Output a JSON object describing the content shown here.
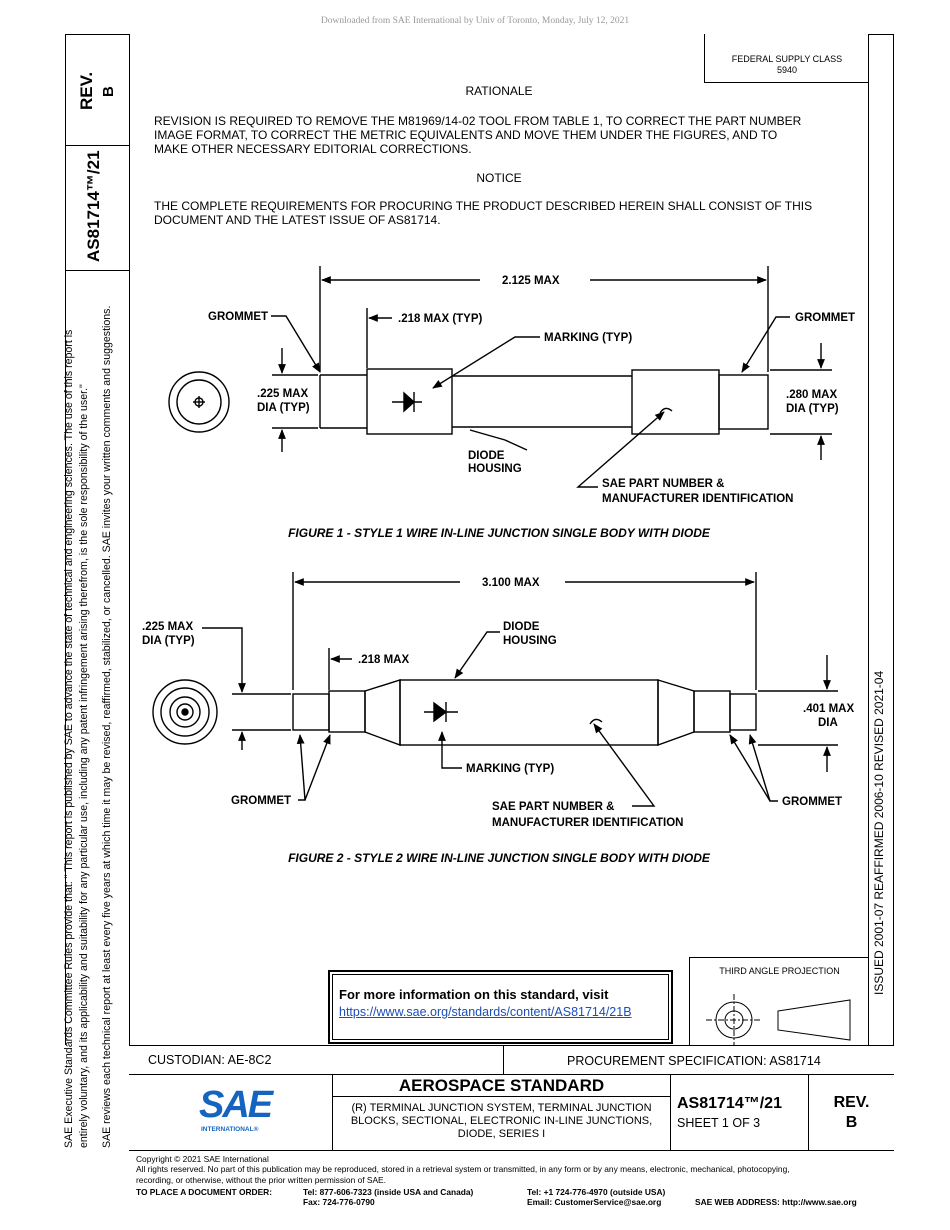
{
  "download_notice": "Downloaded from SAE International by Univ of Toronto, Monday, July 12, 2021",
  "left_rail": {
    "rev_label": "REV.",
    "rev_value": "B",
    "doc_number": "AS81714™/21",
    "rules_line1": "SAE Executive Standards Committee Rules provide that: \"  This report is published by SAE to advance the state of technical and engineering sciences. The use of this report is",
    "rules_line2": "entirely voluntary, and its applicability and suitability for any particular use, including any patent infringement arising therefrom, is the sole responsibility of the user.\"",
    "rules_line3": "SAE reviews each technical report at least every five years at which time it may be revised, reaffirmed, stabilized, or cancelled. SAE invites your written comments and suggestions."
  },
  "right_rail": {
    "dates": "ISSUED 2001-07    REAFFIRMED 2006-10    REVISED 2021-04"
  },
  "supply_class": {
    "line1": "FEDERAL SUPPLY CLASS",
    "line2": "5940"
  },
  "rationale": {
    "heading": "RATIONALE",
    "line1": "REVISION IS REQUIRED TO REMOVE THE M81969/14-02 TOOL FROM TABLE 1, TO CORRECT THE PART NUMBER",
    "line2": "IMAGE FORMAT, TO CORRECT THE METRIC EQUIVALENTS AND MOVE THEM UNDER THE FIGURES, AND TO",
    "line3": "MAKE OTHER NECESSARY EDITORIAL CORRECTIONS."
  },
  "notice": {
    "heading": "NOTICE",
    "line1": "THE COMPLETE REQUIREMENTS FOR PROCURING THE PRODUCT DESCRIBED HEREIN SHALL CONSIST OF THIS",
    "line2": "DOCUMENT AND THE LATEST ISSUE OF AS81714."
  },
  "figure1": {
    "caption": "FIGURE 1 - STYLE 1 WIRE IN-LINE JUNCTION SINGLE BODY WITH DIODE",
    "dim_overall": "2.125  MAX",
    "grommet_left": "GROMMET",
    "grommet_right": "GROMMET",
    "dim_218": ".218 MAX (TYP)",
    "marking": "MARKING (TYP)",
    "dia_left_1": ".225 MAX",
    "dia_left_2": "DIA (TYP)",
    "dia_right_1": ".280 MAX",
    "dia_right_2": "DIA (TYP)",
    "housing_1": "DIODE",
    "housing_2": "HOUSING",
    "part_1": "SAE PART NUMBER &",
    "part_2": "MANUFACTURER IDENTIFICATION"
  },
  "figure2": {
    "caption": "FIGURE 2 - STYLE 2 WIRE IN-LINE JUNCTION SINGLE BODY WITH DIODE",
    "dim_overall": "3.100  MAX",
    "dia_left_1": ".225 MAX",
    "dia_left_2": "DIA (TYP)",
    "housing_1": "DIODE",
    "housing_2": "HOUSING",
    "dim_218": ".218 MAX",
    "dia_right_1": ".401 MAX",
    "dia_right_2": "DIA",
    "marking": "MARKING (TYP)",
    "grommet_left": "GROMMET",
    "grommet_right": "GROMMET",
    "part_1": "SAE PART NUMBER &",
    "part_2": "MANUFACTURER IDENTIFICATION"
  },
  "info_box": {
    "heading": "For more information on this standard, visit",
    "link": "https://www.sae.org/standards/content/AS81714/21B"
  },
  "projection": {
    "label": "THIRD ANGLE PROJECTION"
  },
  "title_block": {
    "custodian": "CUSTODIAN: AE-8C2",
    "procurement": "PROCUREMENT SPECIFICATION: AS81714",
    "standard_type": "AEROSPACE STANDARD",
    "title_line1": "(R) TERMINAL JUNCTION SYSTEM, TERMINAL JUNCTION",
    "title_line2": "BLOCKS, SECTIONAL, ELECTRONIC IN-LINE JUNCTIONS,",
    "title_line3": "DIODE, SERIES I",
    "doc_number": "AS81714™/21",
    "sheet": "SHEET 1 OF 3",
    "rev_label": "REV.",
    "rev_value": "B",
    "logo_text": "SAE",
    "logo_sub": "INTERNATIONAL®"
  },
  "footer": {
    "copyright": "Copyright © 2021 SAE International",
    "rights1": "All rights reserved. No part of this publication may be reproduced, stored in a retrieval system or transmitted, in any form or by any means, electronic, mechanical, photocopying,",
    "rights2": "recording, or otherwise, without the prior written permission of SAE.",
    "order_label": "TO PLACE A DOCUMENT ORDER:",
    "tel_usa": "Tel:  877-606-7323 (inside USA and Canada)",
    "fax": "Fax:  724-776-0790",
    "tel_outside": "Tel:  +1 724-776-4970 (outside USA)",
    "email": "Email:  CustomerService@sae.org",
    "web": "SAE WEB ADDRESS:  http://www.sae.org"
  },
  "colors": {
    "link": "#1a4fb5",
    "logo_blue": "#1565c0"
  }
}
